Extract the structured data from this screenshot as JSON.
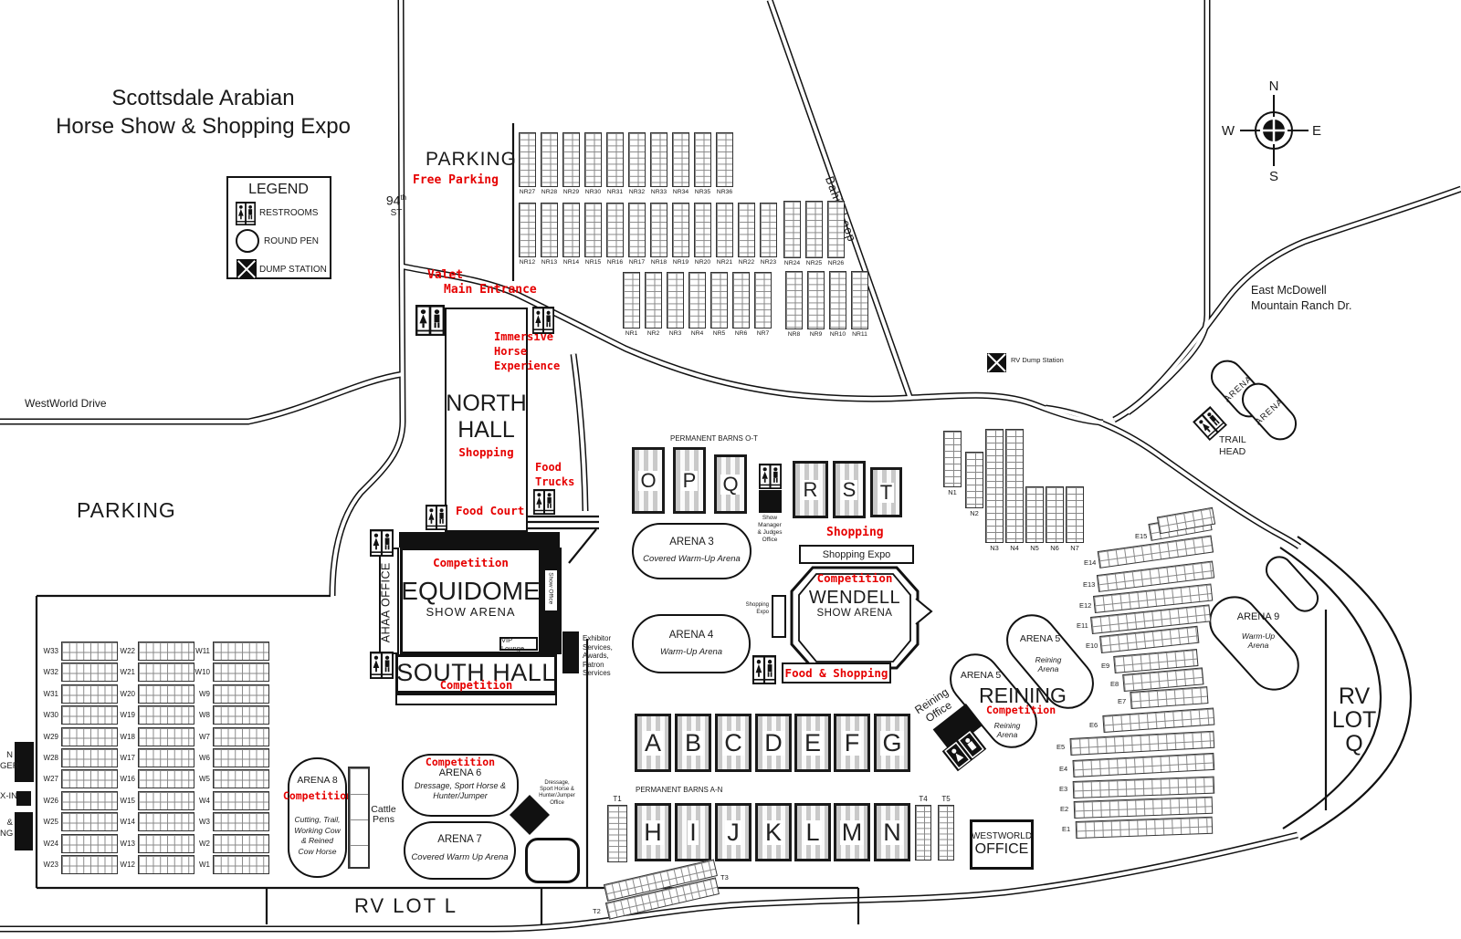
{
  "title": {
    "line1": "Scottsdale Arabian",
    "line2": "Horse Show & Shopping Expo"
  },
  "legend": {
    "title": "LEGEND",
    "restrooms": "RESTROOMS",
    "round_pen": "ROUND PEN",
    "dump_station": "DUMP STATION"
  },
  "compass": {
    "n": "N",
    "e": "E",
    "s": "S",
    "w": "W"
  },
  "roads": {
    "westworld_drive": "WestWorld Drive",
    "street_94": "94",
    "street_94_sup": "th",
    "street_94_st": "ST",
    "bahia_loop": "Bahia Loop",
    "mcdowell_line1": "East McDowell",
    "mcdowell_line2": "Mountain Ranch Dr."
  },
  "labels": {
    "parking_north": "PARKING",
    "free_parking": "Free Parking",
    "parking_west": "PARKING",
    "valet": "Valet",
    "main_entrance": "Main Entrance",
    "shopping_north_hall": "Shopping",
    "immersive_1": "Immersive",
    "immersive_2": "Horse",
    "immersive_3": "Experience",
    "food_trucks_1": "Food",
    "food_trucks_2": "Trucks",
    "food_court": "Food Court",
    "competition_equidome": "Competition",
    "competition_south_hall": "Competition",
    "competition_wendell": "Competition",
    "competition_arena6": "Competition",
    "competition_arena8": "Competition",
    "competition_reining": "Competition",
    "shopping_wendell": "Shopping",
    "shopping_expo": "Shopping Expo",
    "shopping_expo_side_1": "Shopping",
    "shopping_expo_side_2": "Expo",
    "food_shopping": "Food & Shopping",
    "rv_dump_station": "RV Dump Station",
    "rv_lot_l": "RV LOT L",
    "rv_lot_q_1": "RV",
    "rv_lot_q_2": "LOT",
    "rv_lot_q_3": "Q",
    "permanent_barns_ot": "PERMANENT BARNS O-T",
    "permanent_barns_an": "PERMANENT BARNS A-N",
    "trail_head_1": "TRAIL",
    "trail_head_2": "HEAD",
    "cattle_pens_1": "Cattle",
    "cattle_pens_2": "Pens",
    "edge_partial_1": "N",
    "edge_partial_2": "GER",
    "edge_partial_3": "X-IN",
    "edge_partial_4": "&",
    "edge_partial_5": "NG"
  },
  "buildings": {
    "north_hall_1": "NORTH",
    "north_hall_2": "HALL",
    "equidome": "EQUIDOME",
    "equidome_sub": "SHOW ARENA",
    "south_hall": "SOUTH HALL",
    "ahaa_office": "AHAA OFFICE",
    "show_office": "Show Office",
    "vip_lounge": "VIP Lounge",
    "wendell": "WENDELL",
    "wendell_sub": "SHOW ARENA",
    "exhibitor_1": "Exhibitor",
    "exhibitor_2": "Services,",
    "exhibitor_3": "Awards,",
    "exhibitor_4": "Patron",
    "exhibitor_5": "Services",
    "show_manager_1": "Show",
    "show_manager_2": "Manager",
    "show_manager_3": "& Judges",
    "show_manager_4": "Office",
    "reining_office_1": "Reining",
    "reining_office_2": "Office",
    "westworld_office_1": "WESTWORLD",
    "westworld_office_2": "OFFICE",
    "dressage_office_1": "Dressage,",
    "dressage_office_2": "Sport Horse &",
    "dressage_office_3": "Hunter/Jumper",
    "dressage_office_4": "Office"
  },
  "arenas": {
    "arena3": {
      "name": "ARENA 3",
      "sub": "Covered Warm-Up Arena"
    },
    "arena4": {
      "name": "ARENA 4",
      "sub": "Warm-Up Arena"
    },
    "arena5_upper": {
      "name": "ARENA 5",
      "sub1": "Reining",
      "sub2": "Arena"
    },
    "arena5_lower": {
      "name": "ARENA 5",
      "big": "REINING",
      "sub1": "Reining",
      "sub2": "Arena"
    },
    "arena6": {
      "name": "ARENA 6",
      "sub1": "Dressage, Sport Horse &",
      "sub2": "Hunter/Jumper"
    },
    "arena7": {
      "name": "ARENA 7",
      "sub": "Covered Warm Up Arena"
    },
    "arena8": {
      "name": "ARENA 8",
      "sub1": "Cutting, Trail,",
      "sub2": "Working Cow",
      "sub3": "& Reined",
      "sub4": "Cow Horse"
    },
    "arena9": {
      "name": "ARENA 9",
      "sub1": "Warm-Up",
      "sub2": "Arena"
    },
    "trail_arenas": [
      "ARENA",
      "ARENA"
    ]
  },
  "barns": {
    "row_ag": [
      "A",
      "B",
      "C",
      "D",
      "E",
      "F",
      "G"
    ],
    "row_hn": [
      "H",
      "I",
      "J",
      "K",
      "L",
      "M",
      "N"
    ],
    "opq": [
      "O",
      "P",
      "Q"
    ],
    "rst": [
      "R",
      "S",
      "T"
    ],
    "nr_row1": [
      "NR27",
      "NR28",
      "NR29",
      "NR30",
      "NR31",
      "NR32",
      "NR33",
      "NR34",
      "NR35",
      "NR36"
    ],
    "nr_row2": [
      "NR12",
      "NR13",
      "NR14",
      "NR15",
      "NR16",
      "NR17",
      "NR18",
      "NR19",
      "NR20",
      "NR21",
      "NR22",
      "NR23"
    ],
    "nr_row2b": [
      "NR24",
      "NR25",
      "NR26"
    ],
    "nr_row3": [
      "NR1",
      "NR2",
      "NR3",
      "NR4",
      "NR5",
      "NR6",
      "NR7"
    ],
    "nr_row3b": [
      "NR8",
      "NR9",
      "NR10",
      "NR11"
    ],
    "n_row": [
      "N1",
      "N2",
      "N3",
      "N4",
      "N5",
      "N6",
      "N7"
    ],
    "w_col1": [
      "W33",
      "W32",
      "W31",
      "W30",
      "W29",
      "W28",
      "W27",
      "W26",
      "W25",
      "W24",
      "W23"
    ],
    "w_col2": [
      "W22",
      "W21",
      "W20",
      "W19",
      "W18",
      "W17",
      "W16",
      "W15",
      "W14",
      "W13",
      "W12"
    ],
    "w_col3": [
      "W11",
      "W10",
      "W9",
      "W8",
      "W7",
      "W6",
      "W5",
      "W4",
      "W3",
      "W2",
      "W1"
    ],
    "e_rows": [
      "E15",
      "E14",
      "E13",
      "E12",
      "E11",
      "E10",
      "E9",
      "E8",
      "E7",
      "E6",
      "E5",
      "E4",
      "E3",
      "E2",
      "E1"
    ],
    "t_barns": [
      "T1",
      "T2",
      "T3",
      "T4",
      "T5"
    ]
  }
}
